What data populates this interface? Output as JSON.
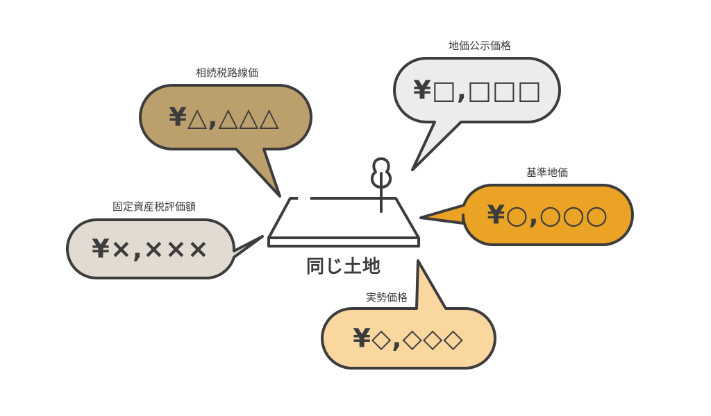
{
  "land": {
    "label": "同じ土地"
  },
  "prices": {
    "koji": {
      "caption": "地価公示価格",
      "value": "¥□,□□□",
      "color": "#ececec"
    },
    "rosen": {
      "caption": "相続税路線価",
      "value": "¥△,△△△",
      "color": "#bb9f6c"
    },
    "kijun": {
      "caption": "基準地価",
      "value": "¥○,○○○",
      "color": "#eba325"
    },
    "kotei": {
      "caption": "固定資産税評価額",
      "value": "¥×,×××",
      "color": "#e1dbd1"
    },
    "jissei": {
      "caption": "実勢価格",
      "value": "¥◇,◇◇◇",
      "color": "#f9d79e"
    }
  },
  "colors": {
    "outline": "#3c3c3c",
    "text": "#3c3c3c",
    "background": "#ffffff"
  },
  "icons": {
    "land": "land-plot-icon",
    "tree": "tree-icon"
  }
}
